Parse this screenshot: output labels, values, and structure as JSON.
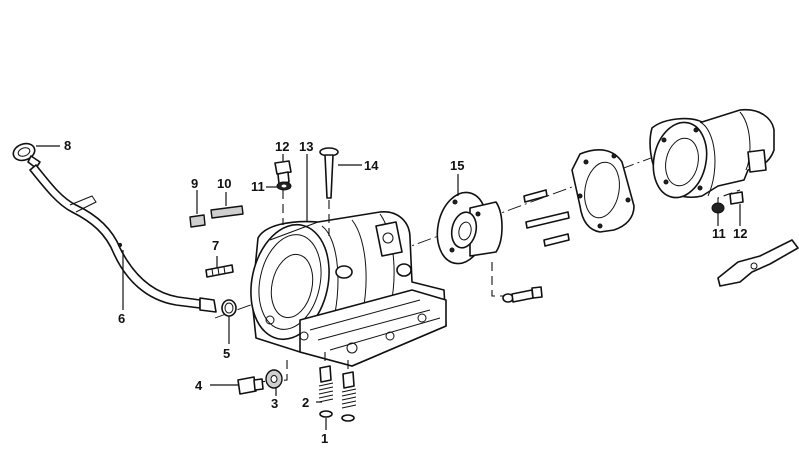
{
  "diagram": {
    "labels": {
      "l1": "1",
      "l2": "2",
      "l3": "3",
      "l4": "4",
      "l5": "5",
      "l6": "6",
      "l7": "7",
      "l8": "8",
      "l9": "9",
      "l10": "10",
      "l11a": "11",
      "l11b": "11",
      "l12a": "12",
      "l12b": "12",
      "l13": "13",
      "l14": "14",
      "l15": "15"
    }
  }
}
